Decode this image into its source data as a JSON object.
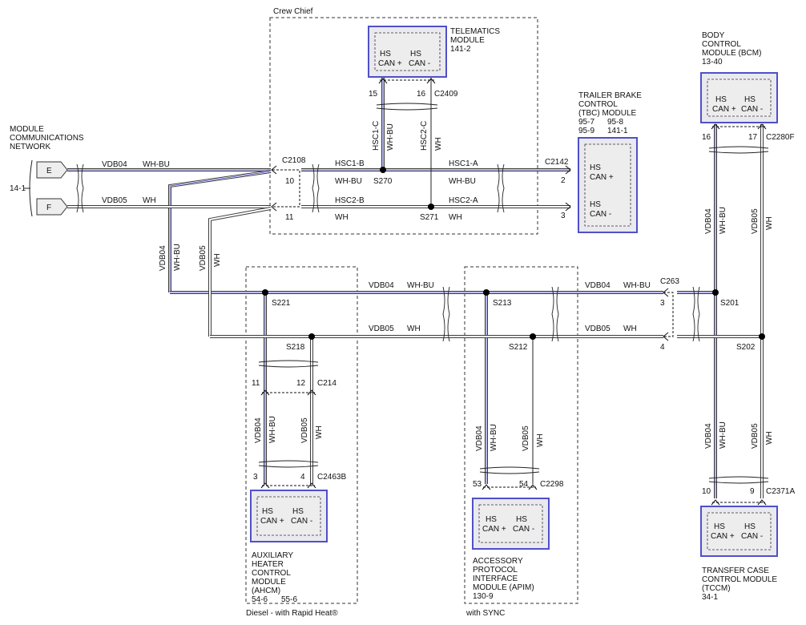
{
  "colors": {
    "blue_wire": "#4a4ad0",
    "black_wire": "#222222",
    "module_fill": "#e9e9ef",
    "module_border": "#5050c8"
  },
  "network": {
    "title_lines": [
      "MODULE",
      "COMMUNICATIONS",
      "NETWORK"
    ],
    "ref": "14-1",
    "pin_e": "E",
    "pin_f": "F"
  },
  "circuits": {
    "vdb04": "VDB04",
    "vdb05": "VDB05",
    "wh_bu": "WH-BU",
    "wh": "WH",
    "hsc1_b": "HSC1-B",
    "hsc2_b": "HSC2-B",
    "hsc1_a": "HSC1-A",
    "hsc2_a": "HSC2-A",
    "hsc1_c": "HSC1-C",
    "hsc2_c": "HSC2-C"
  },
  "groups": {
    "crew_chief": "Crew Chief",
    "diesel": "Diesel - with Rapid Heat®",
    "sync": "with SYNC"
  },
  "connectors": {
    "c2108": "C2108",
    "c2409": "C2409",
    "c2142": "C2142",
    "c263": "C263",
    "c2280f": "C2280F",
    "c214": "C214",
    "c2463b": "C2463B",
    "c2298": "C2298",
    "c2371a": "C2371A"
  },
  "splices": {
    "s270": "S270",
    "s271": "S271",
    "s221": "S221",
    "s218": "S218",
    "s213": "S213",
    "s212": "S212",
    "s201": "S201",
    "s202": "S202"
  },
  "pins": {
    "p10": "10",
    "p11": "11",
    "p15": "15",
    "p16": "16",
    "p2": "2",
    "p3": "3",
    "p4": "4",
    "p17": "17",
    "p12": "12",
    "p53": "53",
    "p54": "54",
    "p9": "9"
  },
  "modules": {
    "telematics": {
      "lines": [
        "TELEMATICS",
        "MODULE",
        "141-2"
      ]
    },
    "tbc": {
      "lines": [
        "TRAILER BRAKE",
        "CONTROL",
        "(TBC) MODULE"
      ],
      "ref_a": "95-7",
      "ref_b": "95-8",
      "ref_c": "95-9",
      "ref_d": "141-1"
    },
    "bcm": {
      "lines": [
        "BODY",
        "CONTROL",
        "MODULE (BCM)",
        "13-40"
      ]
    },
    "ahcm": {
      "lines": [
        "AUXILIARY",
        "HEATER",
        "CONTROL",
        "MODULE",
        "(AHCM)"
      ],
      "ref_a": "54-6",
      "ref_b": "55-6"
    },
    "apim": {
      "lines": [
        "ACCESSORY",
        "PROTOCOL",
        "INTERFACE",
        "MODULE (APIM)",
        "130-9"
      ]
    },
    "tccm": {
      "lines": [
        "TRANSFER CASE",
        "CONTROL MODULE",
        "(TCCM)",
        "34-1"
      ]
    }
  },
  "terminals": {
    "hs": "HS",
    "can_plus": "CAN +",
    "can_minus": "CAN -"
  }
}
